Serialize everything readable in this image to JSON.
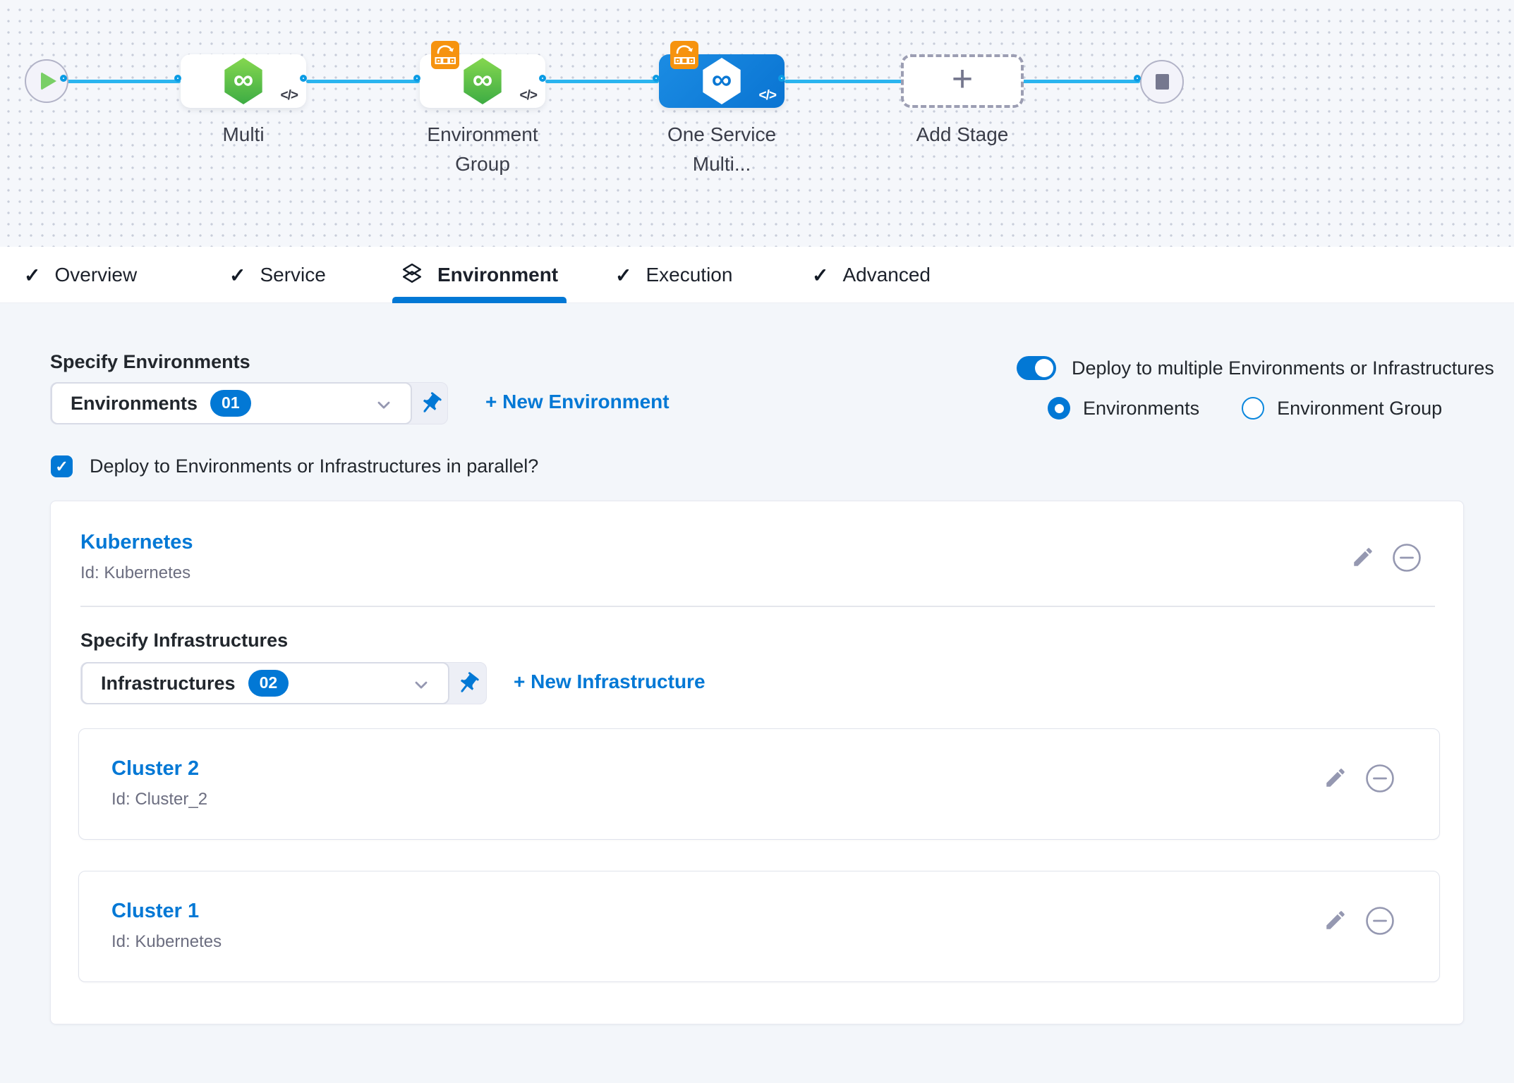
{
  "pipeline": {
    "stages": [
      {
        "label": "Multi",
        "selected": false,
        "has_rollback_badge": false
      },
      {
        "label": "Environment Group",
        "selected": false,
        "has_rollback_badge": true
      },
      {
        "label": "One Service Multi...",
        "selected": true,
        "has_rollback_badge": true
      }
    ],
    "add_stage_label": "Add Stage"
  },
  "tabs": {
    "items": [
      {
        "label": "Overview"
      },
      {
        "label": "Service"
      },
      {
        "label": "Environment"
      },
      {
        "label": "Execution"
      },
      {
        "label": "Advanced"
      }
    ],
    "active": "Environment"
  },
  "environment_panel": {
    "specify_environments_label": "Specify Environments",
    "environments_dropdown": {
      "value": "Environments",
      "count": "01"
    },
    "new_environment_link": "+ New Environment",
    "deploy_multiple_toggle": {
      "label": "Deploy to multiple Environments or Infrastructures",
      "on": true
    },
    "radio_options": [
      {
        "label": "Environments",
        "selected": true
      },
      {
        "label": "Environment Group",
        "selected": false
      }
    ],
    "parallel_checkbox": {
      "label": "Deploy to Environments or Infrastructures in parallel?",
      "checked": true
    },
    "environment_card": {
      "name": "Kubernetes",
      "id": "Id: Kubernetes"
    },
    "specify_infrastructures_label": "Specify Infrastructures",
    "infrastructures_dropdown": {
      "value": "Infrastructures",
      "count": "02"
    },
    "new_infrastructure_link": "+ New Infrastructure",
    "infrastructure_cards": [
      {
        "name": "Cluster 2",
        "id": "Id: Cluster_2"
      },
      {
        "name": "Cluster 1",
        "id": "Id: Kubernetes"
      }
    ]
  },
  "icons": {
    "check": "✓",
    "infinity": "∞",
    "code": "</>",
    "plus": "+"
  },
  "colors": {
    "accent": "#0278d5",
    "edge_blue": "#2ab4ef",
    "stage_green": "#46b64a",
    "badge_orange": "#f6930f"
  }
}
